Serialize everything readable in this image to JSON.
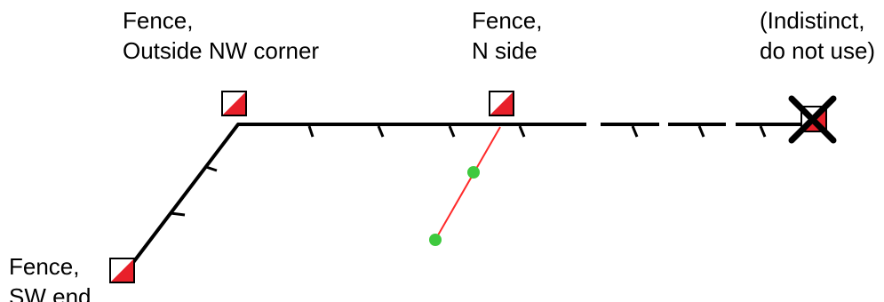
{
  "labels": {
    "nw_corner": {
      "line1": "Fence,",
      "line2": "Outside NW corner"
    },
    "n_side": {
      "line1": "Fence,",
      "line2": "N side"
    },
    "indistinct": {
      "line1": "(Indistinct,",
      "line2": "do not use)"
    },
    "sw_end": {
      "line1": "Fence,",
      "line2": "SW end"
    }
  },
  "colors": {
    "control_red": "#e8202a",
    "fence_black": "#000000",
    "route_red": "#ff2a2a",
    "marker_green": "#3ec93e"
  },
  "icons": {
    "control_flag": "control-flag-icon",
    "cancel_cross": "cancel-cross-icon"
  }
}
